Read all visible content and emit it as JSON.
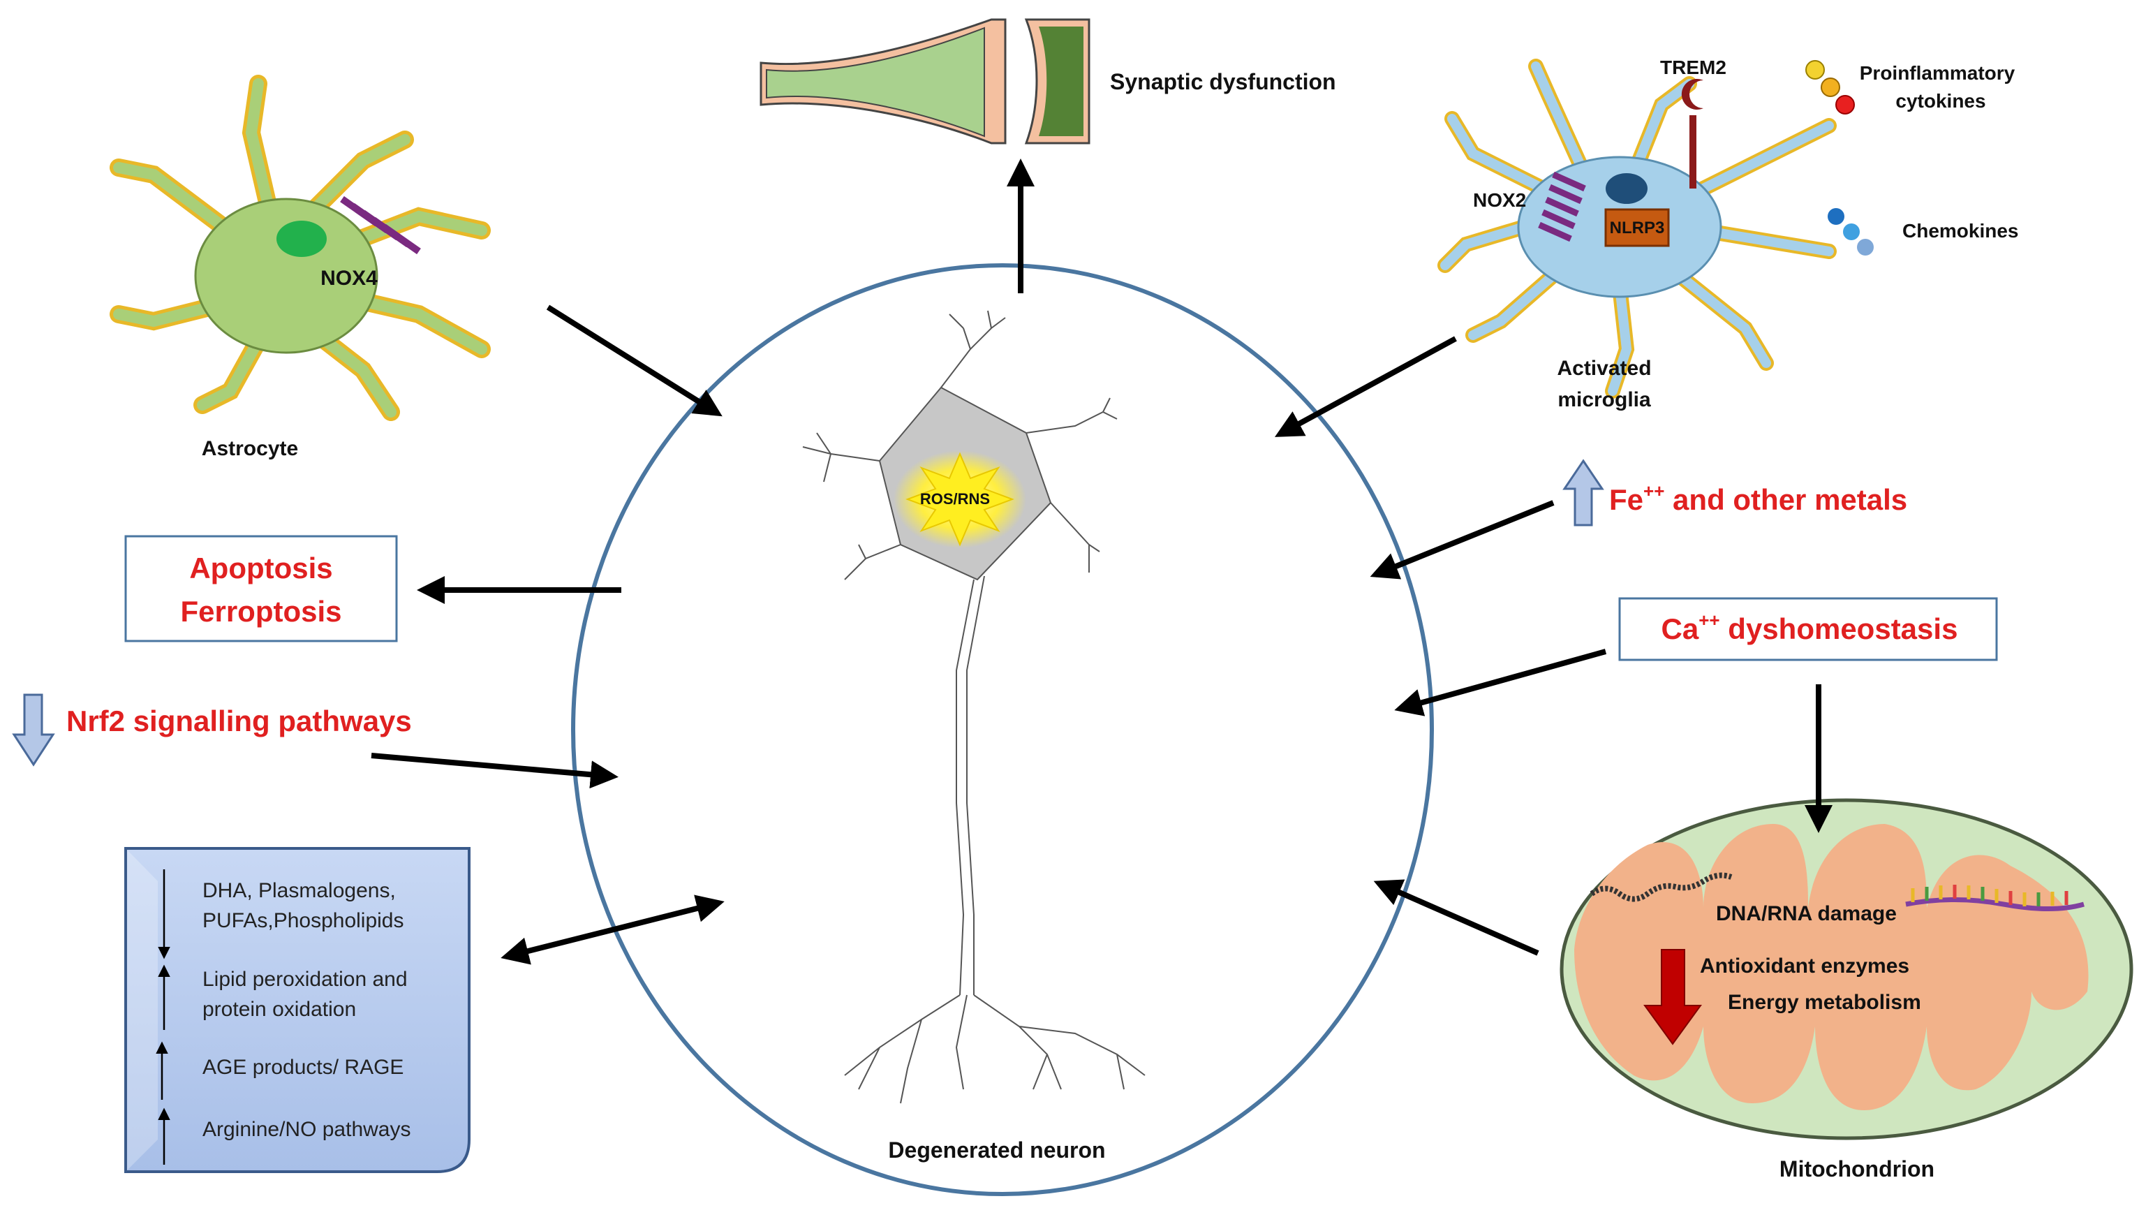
{
  "labels": {
    "astrocyte": "Astrocyte",
    "nox4": "NOX4",
    "synaptic": "Synaptic dysfunction",
    "trem2": "TREM2",
    "proinflam_1": "Proinflammatory",
    "proinflam_2": "cytokines",
    "chemokines": "Chemokines",
    "nox2": "NOX2",
    "nlrp3": "NLRP3",
    "microglia_1": "Activated",
    "microglia_2": "microglia",
    "ros": "ROS/RNS",
    "degenerated": "Degenerated neuron",
    "mitochondrion": "Mitochondrion",
    "dna_damage": "DNA/RNA damage",
    "antioxidant": "Antioxidant enzymes",
    "energy": "Energy metabolism"
  },
  "boxes": {
    "apoptosis": "Apoptosis",
    "ferroptosis": "Ferroptosis",
    "fe_text": "Fe",
    "fe_sup": "++",
    "fe_rest": " and other metals",
    "ca_text": "Ca",
    "ca_sup": "++",
    "ca_rest": " dyshomeostasis",
    "nrf2": "Nrf2 signalling  pathways"
  },
  "lipid_list": {
    "items": [
      {
        "line1": "DHA, Plasmalogens,",
        "line2": "PUFAs,Phospholipids",
        "direction": "down"
      },
      {
        "line1": "Lipid peroxidation and",
        "line2": "protein oxidation",
        "direction": "up"
      },
      {
        "line1": "AGE products/ RAGE",
        "line2": "",
        "direction": "up"
      },
      {
        "line1": "Arginine/NO pathways",
        "line2": "",
        "direction": "up"
      }
    ]
  },
  "colors": {
    "circle": "#4a76a0",
    "red_text": "#e02020",
    "astro_body": "#a9cf78",
    "microglia_body": "#a6d0ea",
    "mito_outer": "#cfe6bf",
    "mito_inner": "#f2b28a",
    "lipid_box": "#b8ccee"
  }
}
